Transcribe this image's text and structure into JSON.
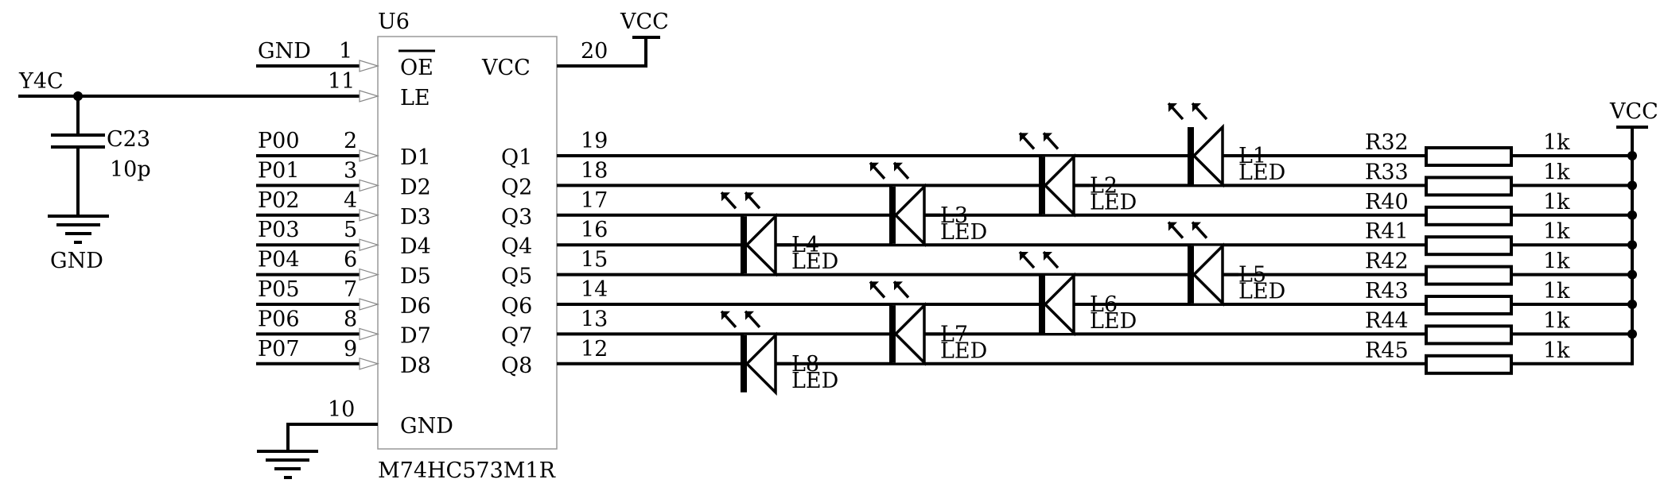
{
  "chip": {
    "ref": "U6",
    "part": "M74HC573M1R",
    "oe_label": "OE",
    "le_label": "LE",
    "vcc_label": "VCC",
    "gnd_label": "GND",
    "oe_pin": "1",
    "le_pin": "11",
    "vcc_pin": "20",
    "gnd_pin": "10",
    "oe_net": "GND",
    "vcc_net": "VCC",
    "inputs": [
      {
        "net": "P00",
        "pin": "2",
        "name": "D1"
      },
      {
        "net": "P01",
        "pin": "3",
        "name": "D2"
      },
      {
        "net": "P02",
        "pin": "4",
        "name": "D3"
      },
      {
        "net": "P03",
        "pin": "5",
        "name": "D4"
      },
      {
        "net": "P04",
        "pin": "6",
        "name": "D5"
      },
      {
        "net": "P05",
        "pin": "7",
        "name": "D6"
      },
      {
        "net": "P06",
        "pin": "8",
        "name": "D7"
      },
      {
        "net": "P07",
        "pin": "9",
        "name": "D8"
      }
    ],
    "outputs": [
      {
        "name": "Q1",
        "pin": "19"
      },
      {
        "name": "Q2",
        "pin": "18"
      },
      {
        "name": "Q3",
        "pin": "17"
      },
      {
        "name": "Q4",
        "pin": "16"
      },
      {
        "name": "Q5",
        "pin": "15"
      },
      {
        "name": "Q6",
        "pin": "14"
      },
      {
        "name": "Q7",
        "pin": "13"
      },
      {
        "name": "Q8",
        "pin": "12"
      }
    ]
  },
  "latch_enable": {
    "net": "Y4C",
    "capacitor_ref": "C23",
    "capacitor_value": "10p",
    "ground_label": "GND"
  },
  "leds": [
    {
      "ref": "L1",
      "type": "LED",
      "output": "Q1",
      "column": 4
    },
    {
      "ref": "L2",
      "type": "LED",
      "output": "Q2",
      "column": 3
    },
    {
      "ref": "L3",
      "type": "LED",
      "output": "Q3",
      "column": 2
    },
    {
      "ref": "L4",
      "type": "LED",
      "output": "Q4",
      "column": 1
    },
    {
      "ref": "L5",
      "type": "LED",
      "output": "Q5",
      "column": 4
    },
    {
      "ref": "L6",
      "type": "LED",
      "output": "Q6",
      "column": 3
    },
    {
      "ref": "L7",
      "type": "LED",
      "output": "Q7",
      "column": 2
    },
    {
      "ref": "L8",
      "type": "LED",
      "output": "Q8",
      "column": 1
    }
  ],
  "resistors": [
    {
      "ref": "R32",
      "value": "1k"
    },
    {
      "ref": "R33",
      "value": "1k"
    },
    {
      "ref": "R40",
      "value": "1k"
    },
    {
      "ref": "R41",
      "value": "1k"
    },
    {
      "ref": "R42",
      "value": "1k"
    },
    {
      "ref": "R43",
      "value": "1k"
    },
    {
      "ref": "R44",
      "value": "1k"
    },
    {
      "ref": "R45",
      "value": "1k"
    }
  ],
  "pullup_rail": {
    "label": "VCC"
  }
}
